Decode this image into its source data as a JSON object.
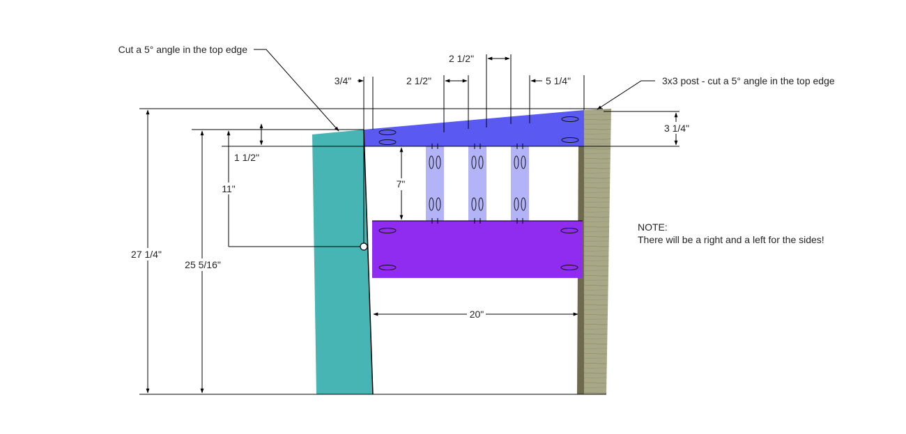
{
  "callouts": {
    "top_left": "Cut a 5° angle in the top edge",
    "top_right": "3x3 post - cut a 5° angle in the top edge"
  },
  "dimensions": {
    "d_three_quarter": "3/4\"",
    "d_gap1": "2 1/2\"",
    "d_gap2": "2 1/2\"",
    "d_five_quarter": "5 1/4\"",
    "d_rail_height": "3 1/4\"",
    "d_one_half": "1 1/2\"",
    "d_seven": "7\"",
    "d_eleven": "11\"",
    "d_total": "27 1/4\"",
    "d_inner": "25 5/16\"",
    "d_twenty": "20\""
  },
  "note": {
    "title": "NOTE:",
    "text": "There will be a right and a left for the sides!"
  },
  "colors": {
    "front_leg": "#47b5b4",
    "top_rail": "#5a5af2",
    "slats": "#b3b3f7",
    "bottom_rail": "#8f2cf0",
    "back_post": "#a8a887",
    "back_post_grain": "#8d8d6c",
    "post_inner_edge": "#6e6a4e"
  }
}
